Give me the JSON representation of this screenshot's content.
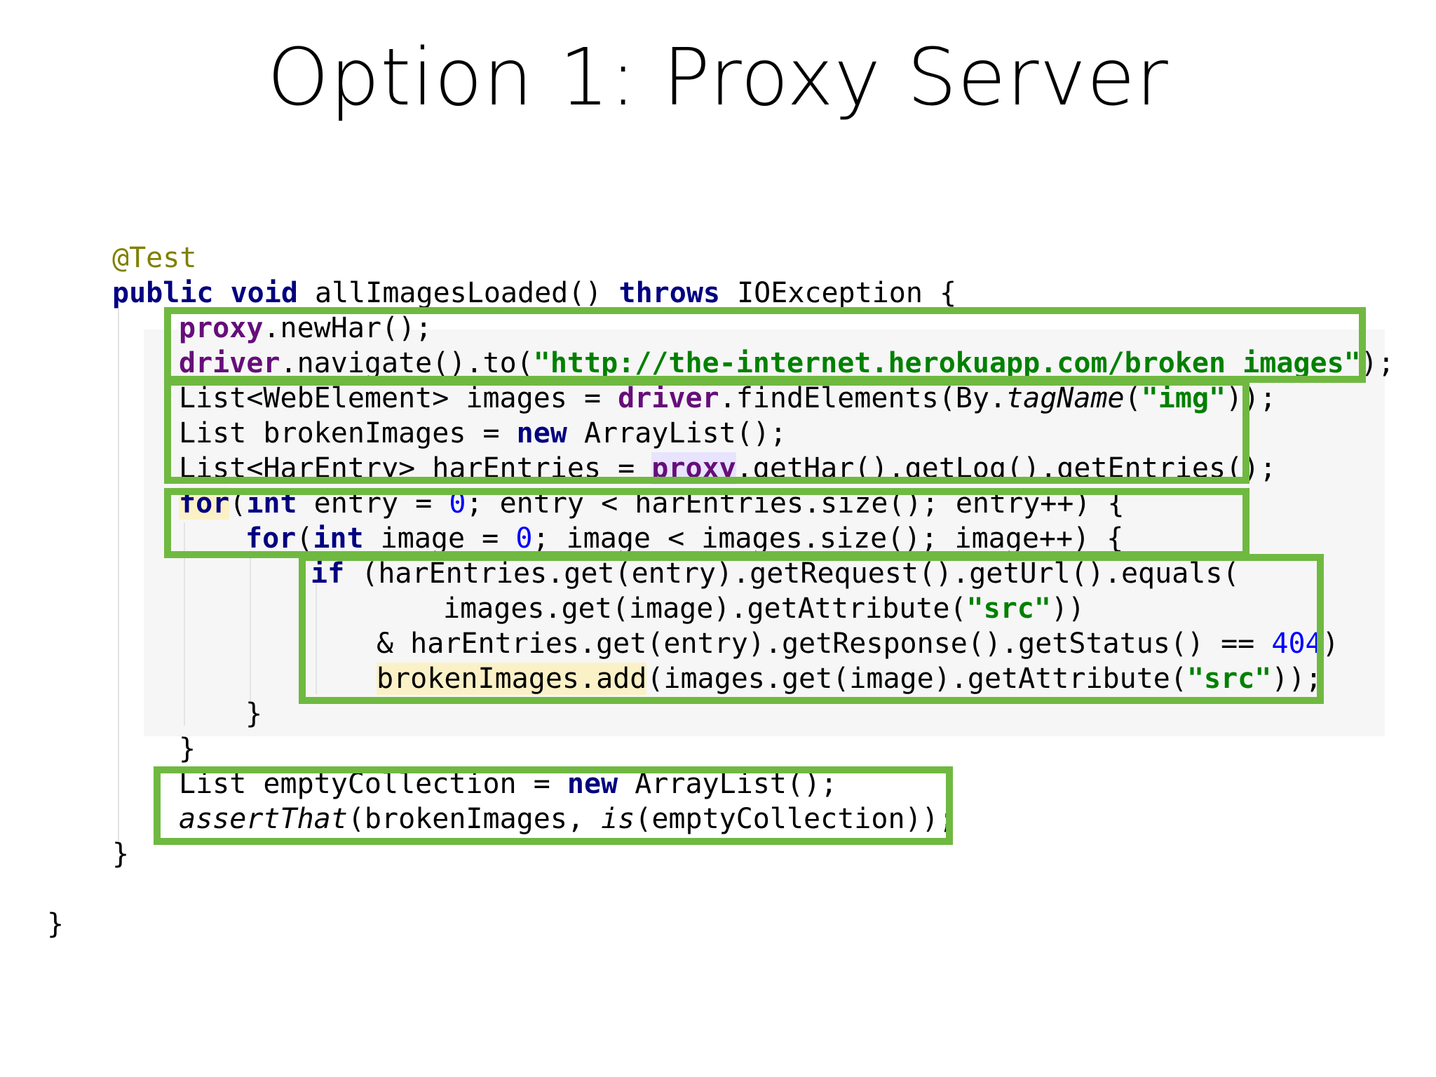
{
  "slide": {
    "title": "Option 1: Proxy Server"
  },
  "code": {
    "annotation": "@Test",
    "line_method": {
      "kw1": "public",
      "kw2": "void",
      "name": " allImagesLoaded() ",
      "kw3": "throws",
      "rest": " IOException {"
    },
    "line_newhar": {
      "field": "proxy",
      "rest": ".newHar();"
    },
    "line_navigate": {
      "field": "driver",
      "mid": ".navigate().to(",
      "str": "\"http://the-internet.herokuapp.com/broken_images\"",
      "end": ");"
    },
    "line_images": {
      "a": "List<WebElement> images = ",
      "field": "driver",
      "b": ".findElements(By.",
      "it": "tagName",
      "c": "(",
      "str": "\"img\"",
      "d": "));"
    },
    "line_broken": {
      "a": "List brokenImages = ",
      "kw": "new",
      "b": " ArrayList();"
    },
    "line_har": {
      "a": "List<HarEntry> harEntries = ",
      "field": "proxy",
      "b": ".getHar().getLog().getEntries();"
    },
    "line_for1": {
      "kw": "for",
      "a": "(",
      "kw2": "int",
      "b": " entry = ",
      "num": "0",
      "c": "; entry < harEntries.size(); entry++) {"
    },
    "line_for2": {
      "kw": "for",
      "a": "(",
      "kw2": "int",
      "b": " image = ",
      "num": "0",
      "c": "; image < images.size(); image++) {"
    },
    "line_if": {
      "kw": "if",
      "rest": " (harEntries.get(entry).getRequest().getUrl().equals("
    },
    "line_src1": {
      "a": "images.get(image).getAttribute(",
      "str": "\"src\"",
      "b": "))"
    },
    "line_and": {
      "a": "& harEntries.get(entry).getResponse().getStatus() == ",
      "num": "404",
      "b": ")"
    },
    "line_add": {
      "hl": "brokenImages.add",
      "a": "(images.get(image).getAttribute(",
      "str": "\"src\"",
      "b": "));"
    },
    "close_inner": "}",
    "close_outer": "}",
    "line_empty": {
      "a": "List emptyCollection = ",
      "kw": "new",
      "b": " ArrayList();"
    },
    "line_assert": {
      "it1": "assertThat",
      "a": "(brokenImages, ",
      "it2": "is",
      "b": "(emptyCollection));"
    },
    "close_method": "}",
    "close_class": "}"
  },
  "colors": {
    "highlight_box": "#6fb941",
    "keyword": "#000080",
    "string": "#008000",
    "field": "#660e7a",
    "number": "#0000ff",
    "annotation": "#808000"
  }
}
